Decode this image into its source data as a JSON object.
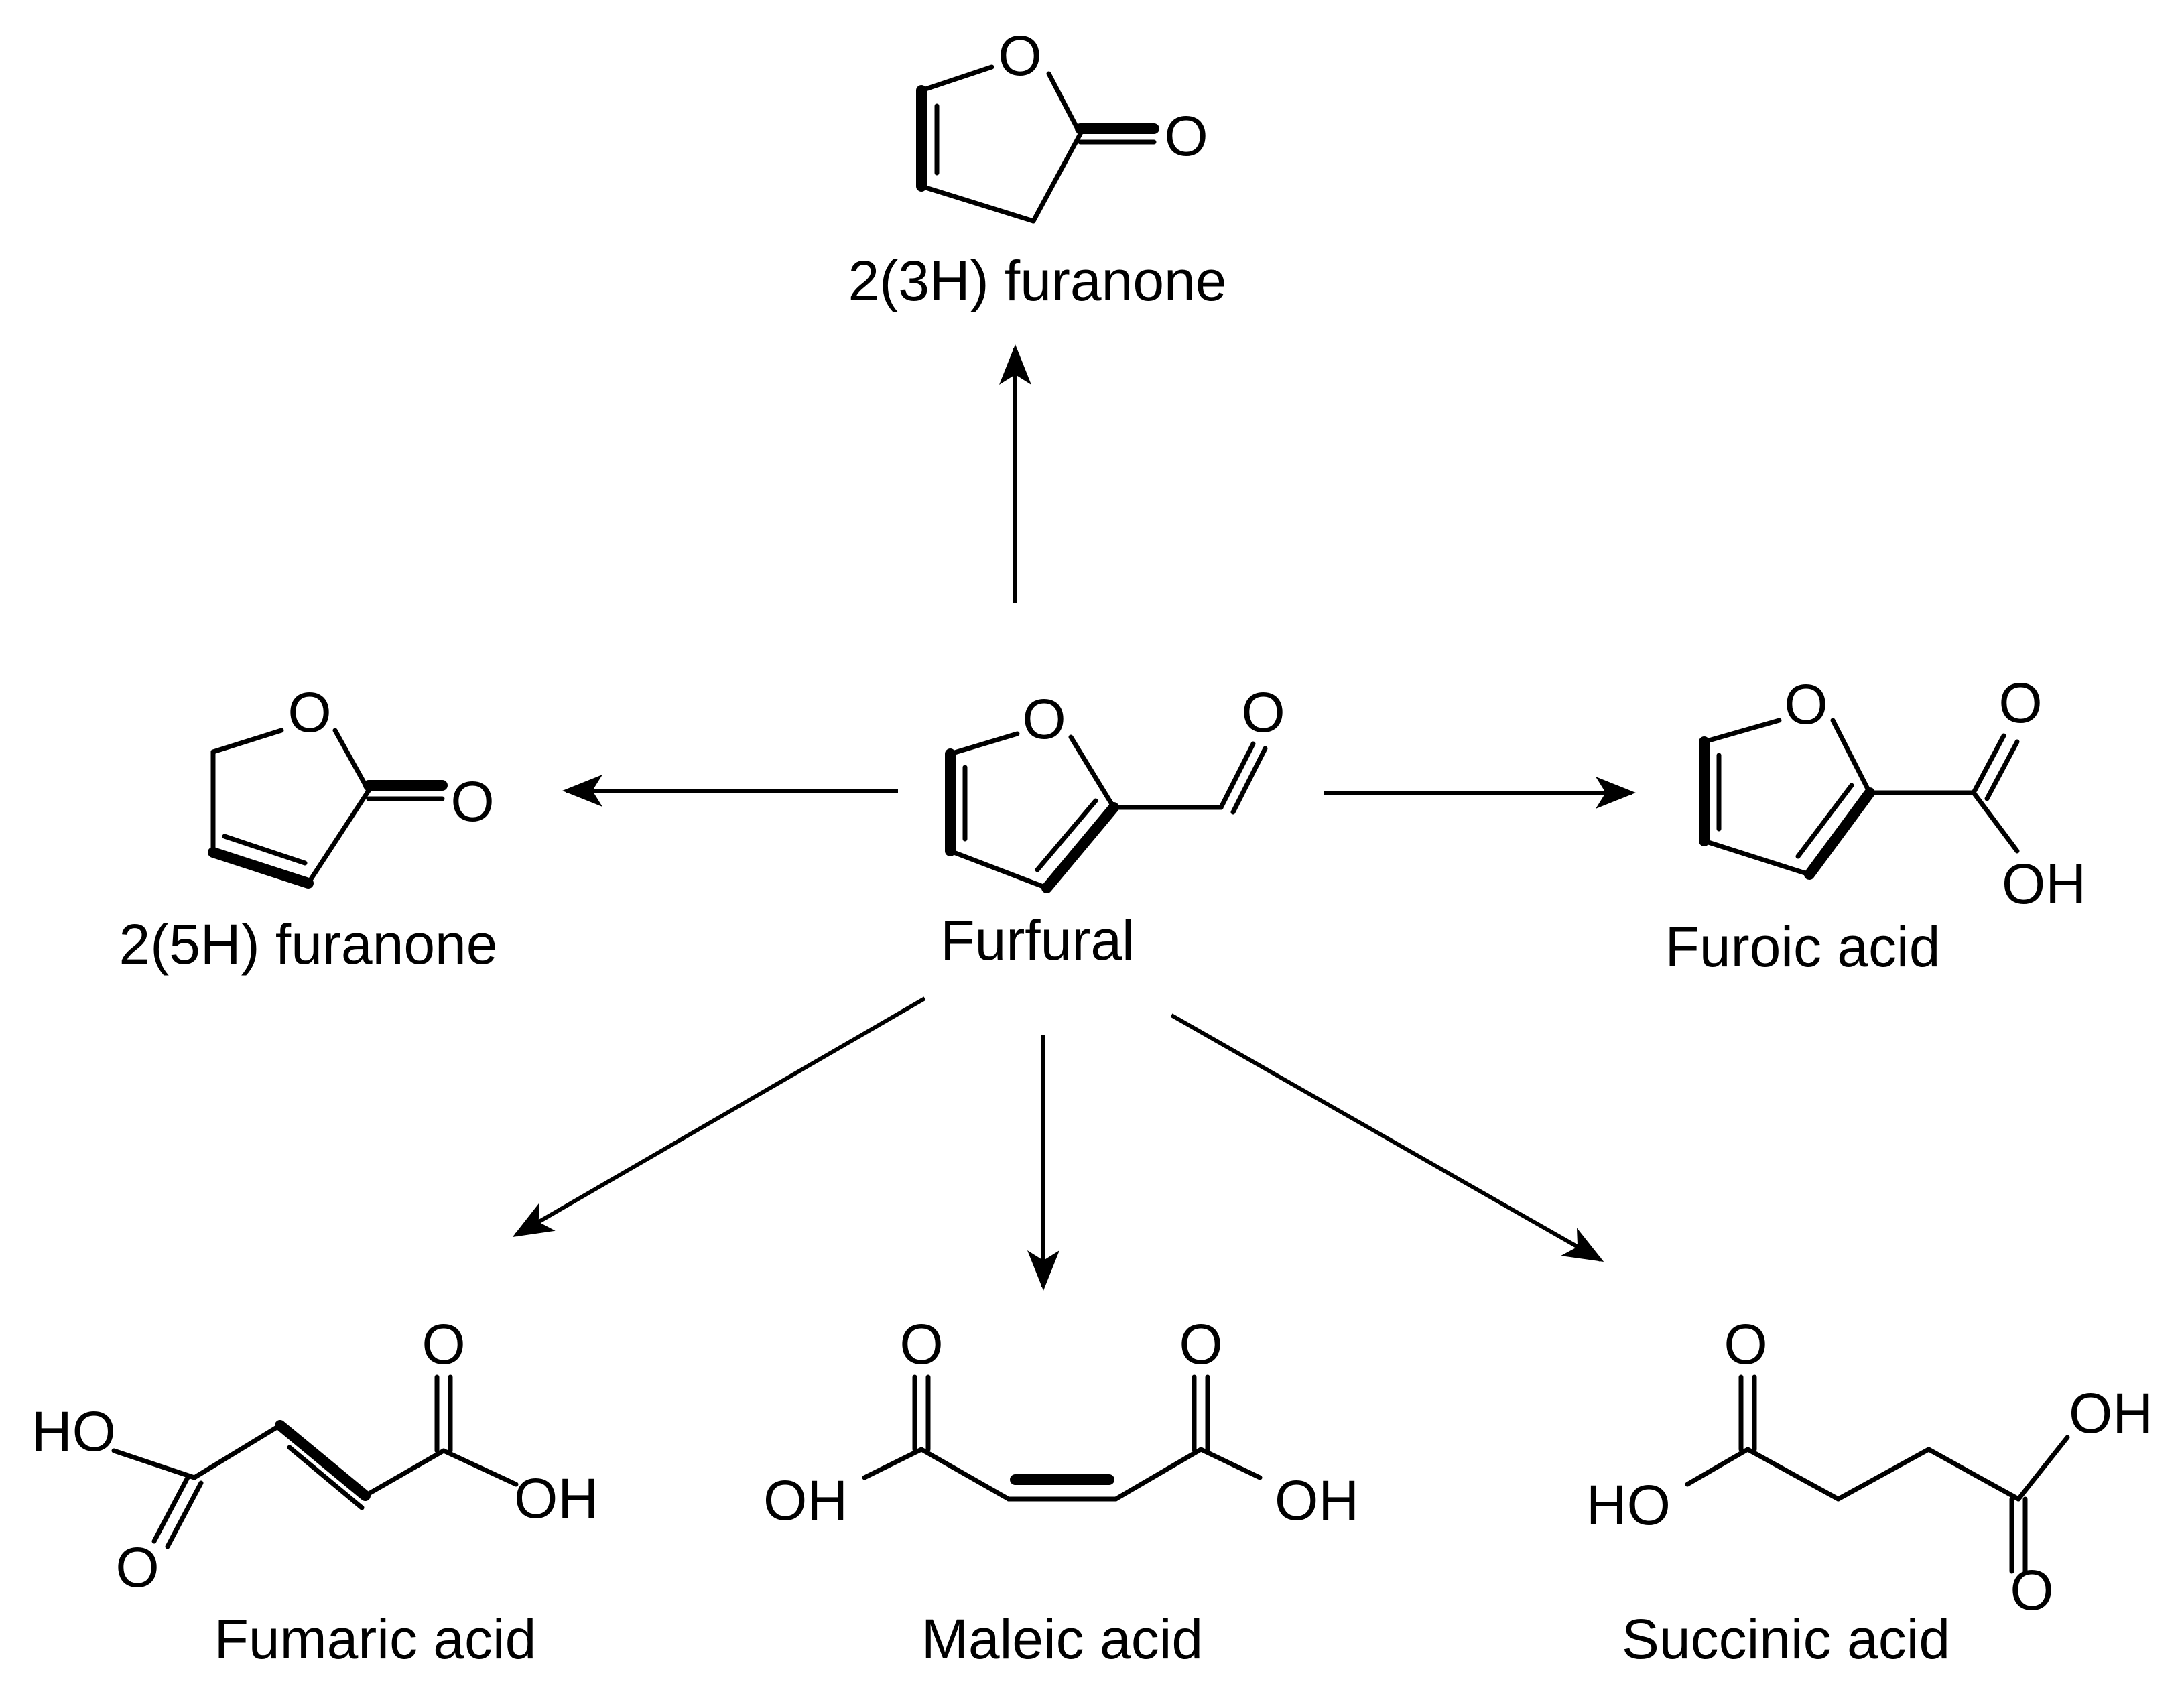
{
  "compounds": {
    "furanone_3h": "2(3H) furanone",
    "furanone_5h": "2(5H) furanone",
    "furfural": "Furfural",
    "furoic": "Furoic acid",
    "fumaric": "Fumaric acid",
    "maleic": "Maleic acid",
    "succinic": "Succinic acid"
  },
  "atoms": {
    "oxygen": "O",
    "hydroxyl": "OH",
    "hydroxyl_left": "HO"
  }
}
